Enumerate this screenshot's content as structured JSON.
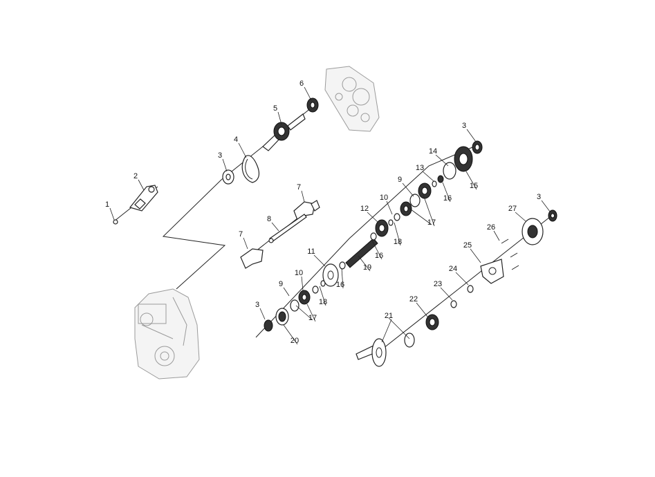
{
  "callouts": [
    {
      "label": "1"
    },
    {
      "label": "2"
    },
    {
      "label": "3"
    },
    {
      "label": "4"
    },
    {
      "label": "5"
    },
    {
      "label": "6"
    },
    {
      "label": "7"
    },
    {
      "label": "8"
    },
    {
      "label": "7"
    },
    {
      "label": "3"
    },
    {
      "label": "9"
    },
    {
      "label": "10"
    },
    {
      "label": "11"
    },
    {
      "label": "16"
    },
    {
      "label": "18"
    },
    {
      "label": "17"
    },
    {
      "label": "20"
    },
    {
      "label": "19"
    },
    {
      "label": "16"
    },
    {
      "label": "12"
    },
    {
      "label": "10"
    },
    {
      "label": "18"
    },
    {
      "label": "9"
    },
    {
      "label": "17"
    },
    {
      "label": "13"
    },
    {
      "label": "16"
    },
    {
      "label": "14"
    },
    {
      "label": "15"
    },
    {
      "label": "3"
    },
    {
      "label": "3"
    },
    {
      "label": "27"
    },
    {
      "label": "26"
    },
    {
      "label": "25"
    },
    {
      "label": "24"
    },
    {
      "label": "23"
    },
    {
      "label": "22"
    },
    {
      "label": "21"
    }
  ]
}
